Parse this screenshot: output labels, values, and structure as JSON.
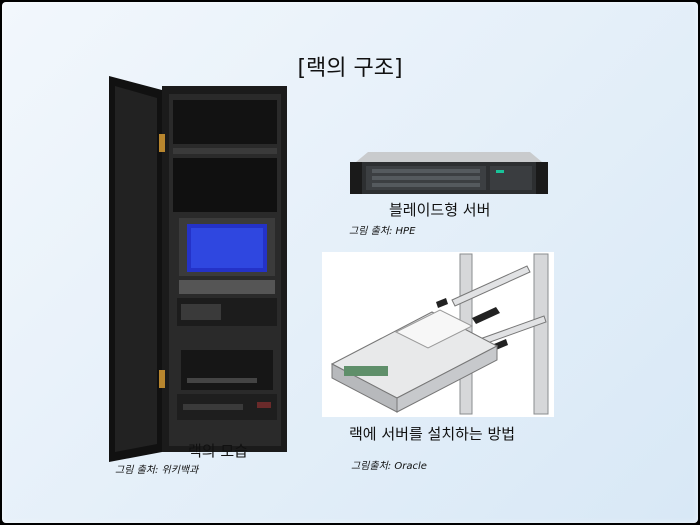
{
  "slide": {
    "title": "[랙의 구조]",
    "rack": {
      "caption": "랙의 모습",
      "source": "그림 출처: 위키백과"
    },
    "blade": {
      "caption": "블레이드형 서버",
      "source": "그림 출처: HPE"
    },
    "install": {
      "caption": "랙에 서버를 설치하는 방법",
      "source": "그림출처: Oracle"
    }
  }
}
